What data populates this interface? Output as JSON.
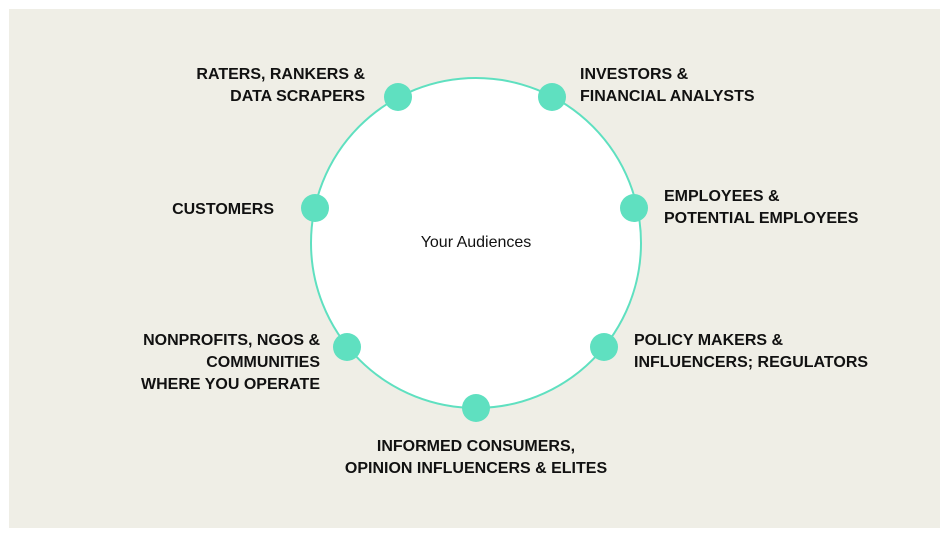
{
  "diagram": {
    "center_label": "Your Audiences",
    "colors": {
      "background": "#efeee6",
      "ring": "#5fe0c0",
      "ring_fill": "#ffffff",
      "node": "#5fe0c0",
      "text": "#111111"
    },
    "audiences": [
      {
        "id": "raters",
        "label": "RATERS, RANKERS &\nDATA SCRAPERS"
      },
      {
        "id": "investors",
        "label": "INVESTORS &\nFINANCIAL ANALYSTS"
      },
      {
        "id": "employees",
        "label": "EMPLOYEES &\nPOTENTIAL EMPLOYEES"
      },
      {
        "id": "policy",
        "label": "POLICY MAKERS &\nINFLUENCERS; REGULATORS"
      },
      {
        "id": "consumers",
        "label": "INFORMED CONSUMERS,\nOPINION INFLUENCERS & ELITES"
      },
      {
        "id": "nonprofits",
        "label": "NONPROFITS, NGOS &\nCOMMUNITIES\nWHERE YOU OPERATE"
      },
      {
        "id": "customers",
        "label": "CUSTOMERS"
      }
    ]
  }
}
